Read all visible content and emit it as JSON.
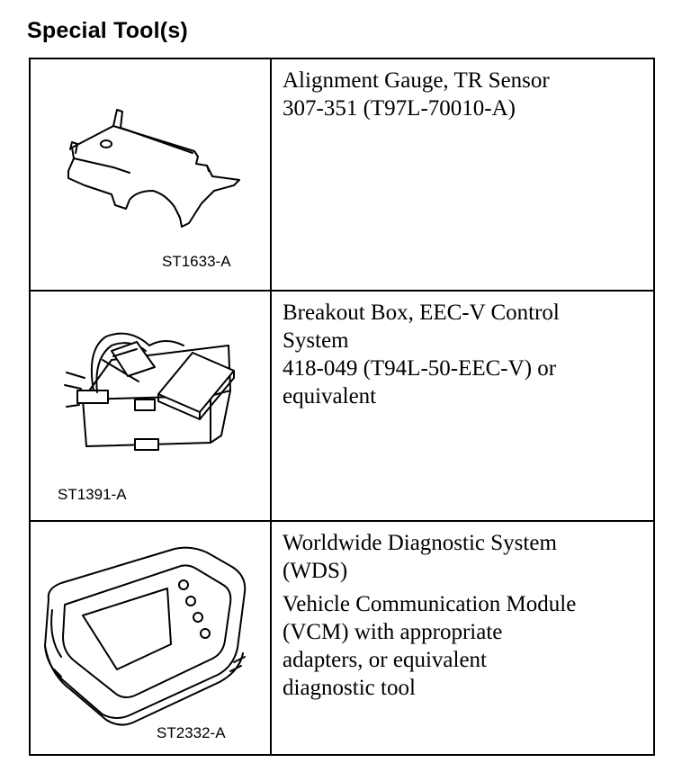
{
  "heading": "Special Tool(s)",
  "tools": [
    {
      "illustration_code": "ST1633-A",
      "icon": "tr-sensor-alignment-gauge-icon",
      "paragraphs": [
        [
          "Alignment Gauge, TR Sensor",
          "307-351 (T97L-70010-A)"
        ]
      ]
    },
    {
      "illustration_code": "ST1391-A",
      "icon": "breakout-box-icon",
      "paragraphs": [
        [
          "Breakout Box, EEC-V Control",
          "System",
          "418-049 (T94L-50-EEC-V) or",
          "equivalent"
        ]
      ]
    },
    {
      "illustration_code": "ST2332-A",
      "icon": "diagnostic-system-icon",
      "paragraphs": [
        [
          "Worldwide Diagnostic System",
          "(WDS)"
        ],
        [
          "Vehicle Communication Module",
          "(VCM) with appropriate",
          "adapters, or equivalent",
          "diagnostic tool"
        ]
      ]
    }
  ]
}
